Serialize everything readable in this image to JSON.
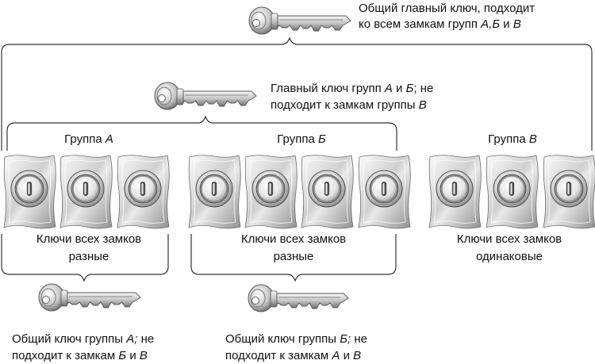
{
  "master_key": {
    "line1": "Общий главный ключ, подходит",
    "line2_pre": "ко всем замкам групп ",
    "line2_it": "А,Б",
    "line2_mid": " и ",
    "line2_end": "В"
  },
  "ab_master_key": {
    "line1_pre": "Главный ключ групп ",
    "line1_a": "А",
    "line1_mid": " и ",
    "line1_b": "Б",
    "line1_end": "; не",
    "line2_pre": "подходит к замкам группы ",
    "line2_c": "В"
  },
  "groups": [
    {
      "label_pre": "Группа ",
      "label_letter": "А",
      "caption1": "Ключи всех замков",
      "caption2": "разные",
      "lock_count": 3
    },
    {
      "label_pre": "Группа ",
      "label_letter": "Б",
      "caption1": "Ключи всех замков",
      "caption2": "разные",
      "lock_count": 4
    },
    {
      "label_pre": "Группа ",
      "label_letter": "В",
      "caption1": "Ключи всех замков",
      "caption2": "одинаковые",
      "lock_count": 3
    }
  ],
  "group_a_key": {
    "line1_pre": "Общий ключ группы ",
    "line1_it": "А;",
    "line1_end": " не",
    "line2_pre": "подходит к замкам ",
    "line2_b": "Б",
    "line2_mid": " и ",
    "line2_c": "В"
  },
  "group_b_key": {
    "line1_pre": "Общий ключ группы ",
    "line1_it": "Б;",
    "line1_end": " не",
    "line2_pre": "подходит к замкам ",
    "line2_a": "А",
    "line2_mid": " и ",
    "line2_c": "В"
  },
  "colors": {
    "line": "#333333",
    "plate_light": "#f4f4f4",
    "plate_dark": "#9a9a9a",
    "key_light": "#eeeeee",
    "key_dark": "#7a7a7a"
  }
}
